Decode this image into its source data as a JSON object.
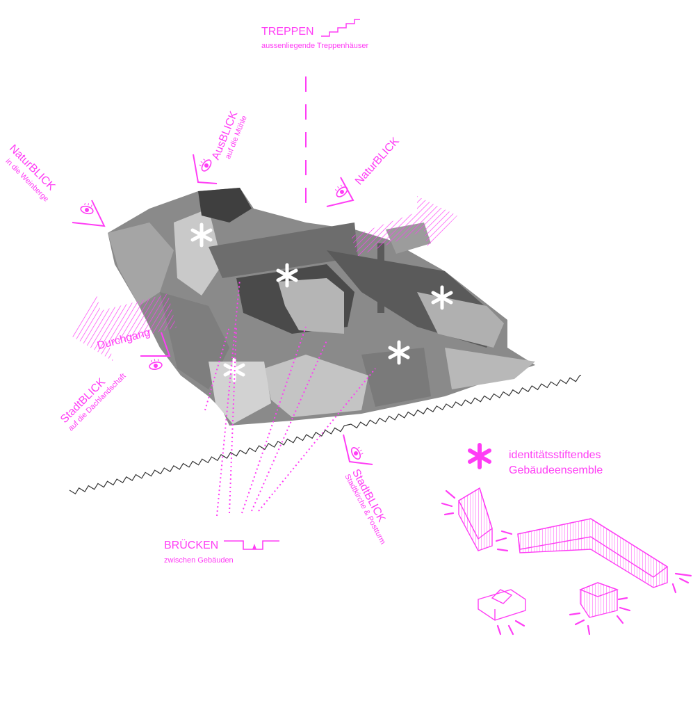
{
  "colors": {
    "accent": "#ff3df5",
    "photo_dark": "#4a4a4a",
    "photo_mid": "#8a8a8a",
    "photo_light": "#c9c9c9"
  },
  "labels": {
    "treppen": {
      "title": "TREPPEN",
      "sub": "aussenliegende Treppenhäuser"
    },
    "ausblick": {
      "title": "AusBLICK",
      "sub": "auf die Mühle"
    },
    "naturblick_left": {
      "title": "NaturBLICK",
      "sub": "in die Weinberge"
    },
    "naturblick_right": {
      "title": "NaturBLICK"
    },
    "durchgang": {
      "title": "Durchgang"
    },
    "stadtblick_left": {
      "title": "StadtBLICK",
      "sub": "auf die Dachlandschaft"
    },
    "stadtblick_bottom": {
      "title": "StadtBLICK",
      "sub": "Stadtkirche & Postturm"
    },
    "bruecken": {
      "title": "BRÜCKEN",
      "sub": "zwischen Gebäuden"
    },
    "legend": {
      "line1": "identitätsstiftendes",
      "line2": "Gebäudeensemble"
    }
  },
  "icons": [
    "eye-icon",
    "asterisk-icon",
    "stair-icon",
    "bridge-icon"
  ]
}
